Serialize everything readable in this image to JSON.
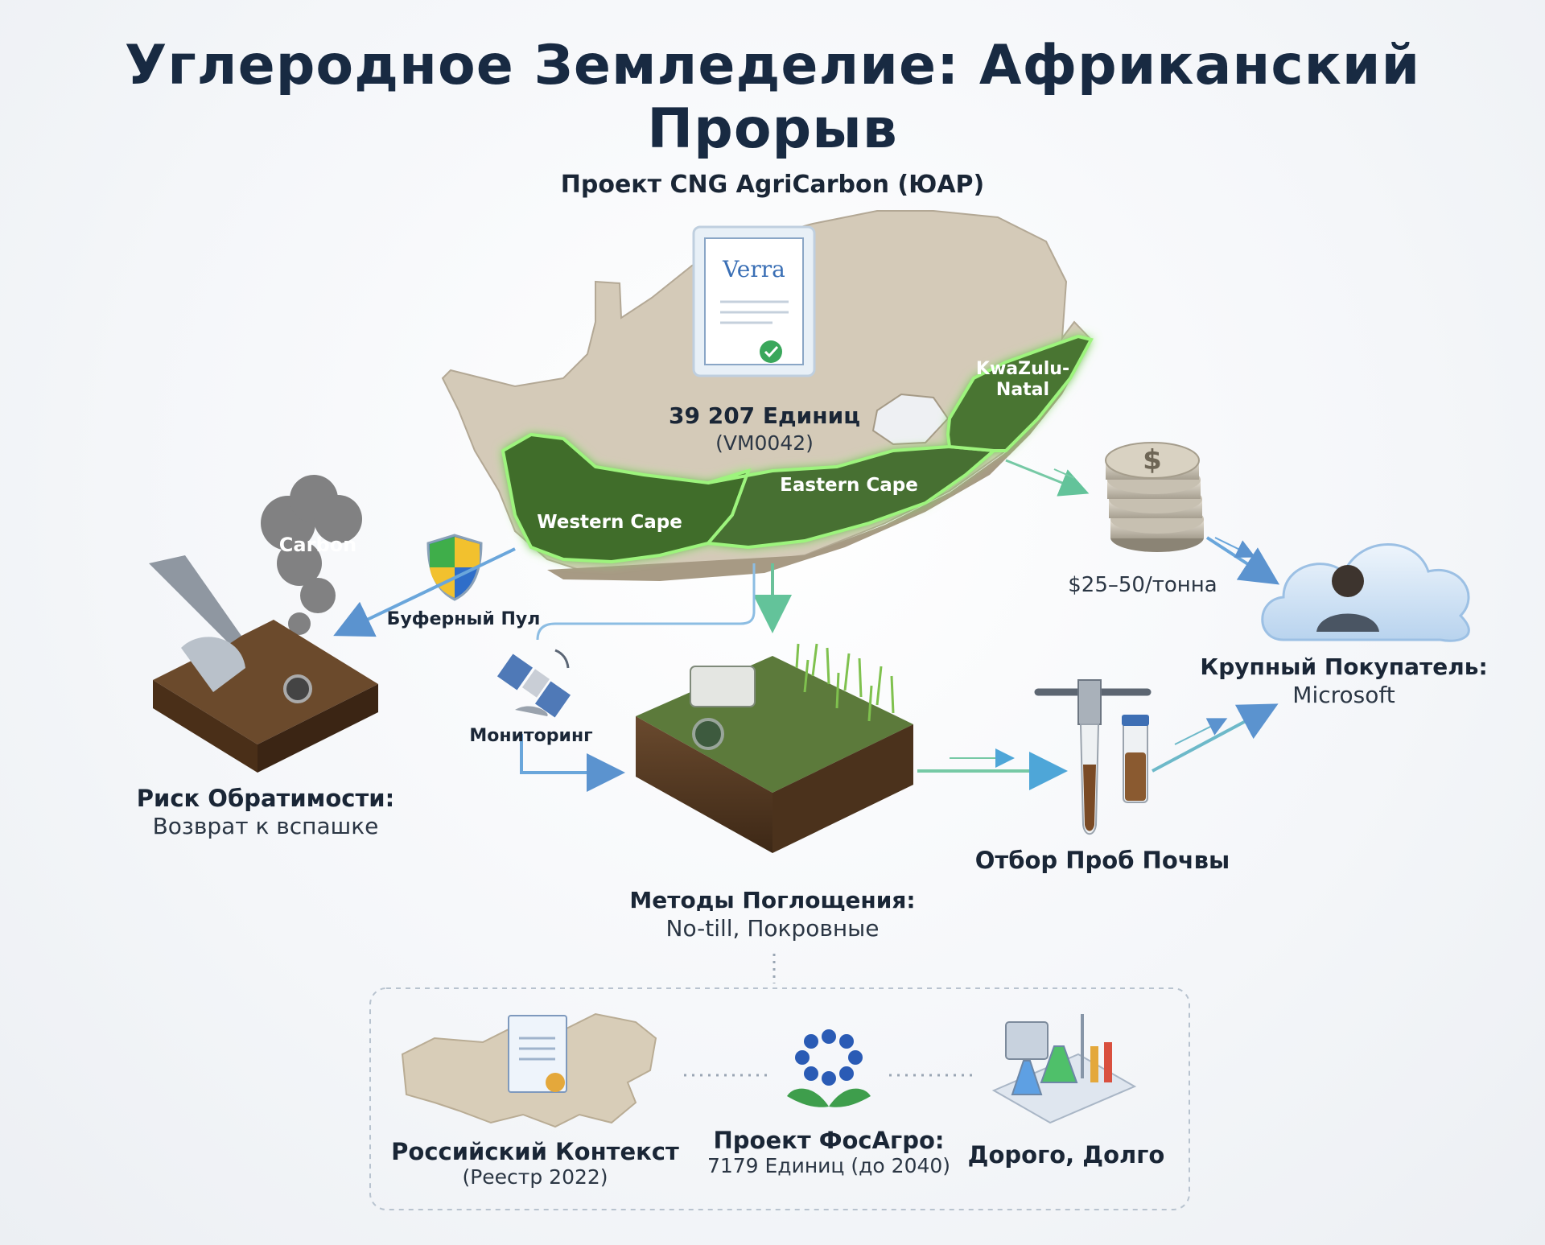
{
  "title": "Углеродное Земледелие: Африканский Прорыв",
  "project": {
    "heading": "Проект CNG AgriCarbon (ЮАР)",
    "certificate_brand": "Verra",
    "units": "39 207 Единиц",
    "methodology": "(VM0042)"
  },
  "regions": {
    "kzn_line1": "KwaZulu-",
    "kzn_line2": "Natal",
    "eastern_cape": "Eastern Cape",
    "western_cape": "Western Cape"
  },
  "price": {
    "label": "$25–50/тонна",
    "coin_symbol": "$"
  },
  "buyer": {
    "title": "Крупный Покупатель:",
    "name": "Microsoft"
  },
  "reversal": {
    "smoke_label": "Carbon",
    "title": "Риск Обратимости:",
    "subtitle": "Возврат к вспашке"
  },
  "buffer": {
    "label": "Буферный Пул"
  },
  "monitoring": {
    "label": "Мониторинг"
  },
  "methods": {
    "title": "Методы Поглощения:",
    "subtitle": "No-till, Покровные"
  },
  "sampling": {
    "title": "Отбор Проб Почвы"
  },
  "russia": {
    "context_title": "Российский Контекст",
    "context_sub": "(Реестр 2022)",
    "phosagro_title": "Проект ФосАгро:",
    "phosagro_sub": "7179 Единиц (до 2040)",
    "cost_title": "Дорого, Долго"
  },
  "colors": {
    "title": "#182a42",
    "region_green": "#3f6b2b",
    "glow": "#7ee06a",
    "arrow_blue": "#5b93cf",
    "arrow_green": "#58b88a",
    "land": "#d3c9b7"
  }
}
